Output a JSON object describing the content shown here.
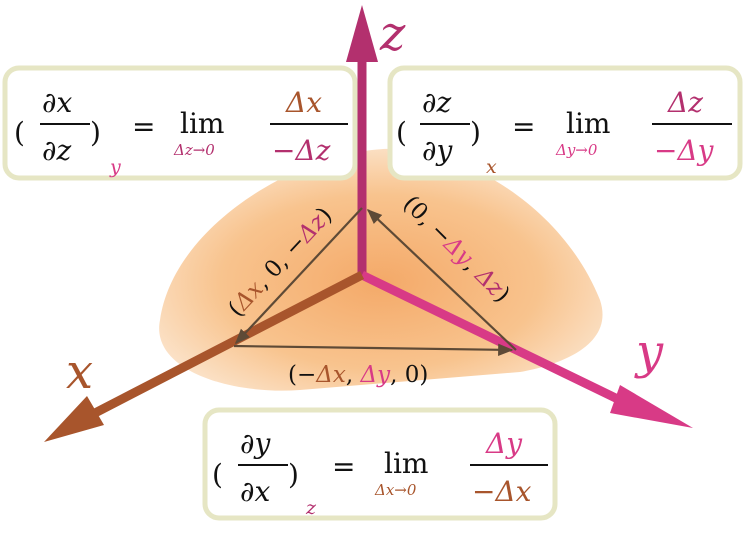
{
  "colors": {
    "x_axis": "#a8552c",
    "y_axis": "#d83a86",
    "z_axis": "#b3306e",
    "plane": "#f6b06c",
    "vector": "#5e4a36",
    "box_border": "#e6e6c4",
    "text": "#111111"
  },
  "axes": {
    "x": "x",
    "y": "y",
    "z": "z"
  },
  "vectors": {
    "xz": {
      "open": "(",
      "a": "Δx",
      "sep1": ", ",
      "b": "0",
      "sep2": ", −",
      "c": "Δz",
      "close": ")"
    },
    "zy": {
      "open": "(",
      "a": "0",
      "sep1": ", −",
      "b": "Δy",
      "sep2": ", ",
      "c": "Δz",
      "close": ")"
    },
    "xy": {
      "open": "(−",
      "a": "Δx",
      "sep1": ", ",
      "b": "Δy",
      "sep2": ", ",
      "c": "0",
      "close": ")"
    }
  },
  "formulas": {
    "x_z": {
      "num": "∂x",
      "den": "∂z",
      "sub": "y",
      "eq": "=",
      "lim": "lim",
      "lim_sub": "Δz→0",
      "frac_num": "Δx",
      "frac_den": "−Δz"
    },
    "z_y": {
      "num": "∂z",
      "den": "∂y",
      "sub": "x",
      "eq": "=",
      "lim": "lim",
      "lim_sub": "Δy→0",
      "frac_num": "Δz",
      "frac_den": "−Δy"
    },
    "y_x": {
      "num": "∂y",
      "den": "∂x",
      "sub": "z",
      "eq": "=",
      "lim": "lim",
      "lim_sub": "Δx→0",
      "frac_num": "Δy",
      "frac_den": "−Δx"
    }
  }
}
